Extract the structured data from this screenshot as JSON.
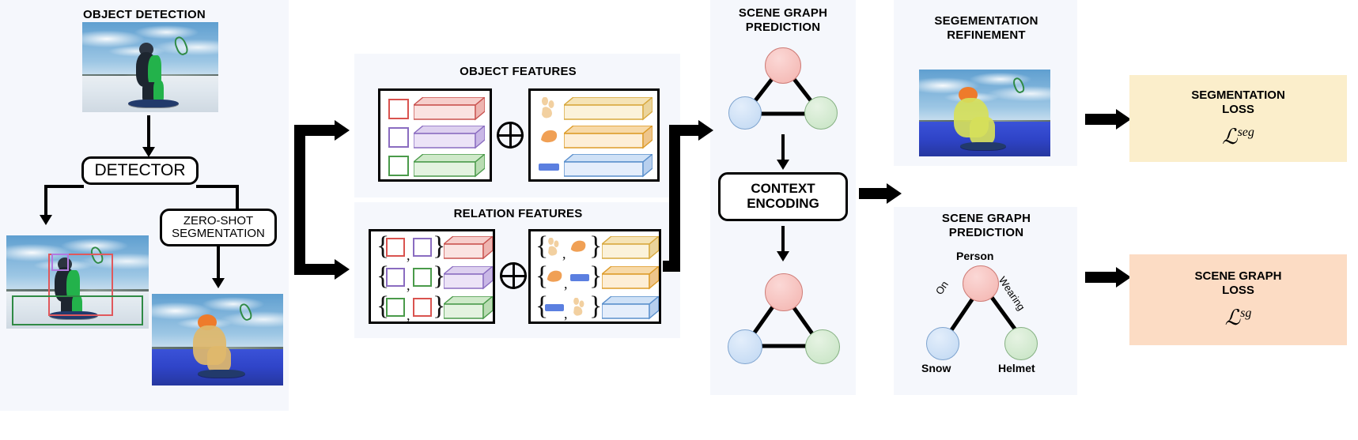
{
  "diagram": {
    "columns": {
      "object_detection": {
        "title": "OBJECT DETECTION",
        "detector_label": "DETECTOR",
        "zeroshot_label": "ZERO-SHOT\nSEGMENTATION"
      },
      "features": {
        "object_features_title": "OBJECT FEATURES",
        "relation_features_title": "RELATION FEATURES",
        "oplus_symbol": "circled-plus"
      },
      "scene_graph": {
        "title": "SCENE GRAPH\nPREDICTION",
        "context_encoding_label": "CONTEXT\nENCODING"
      },
      "outputs": {
        "segmentation_refinement_title": "SEGEMENTATION\nREFINEMENT",
        "scene_graph_prediction_title": "SCENE GRAPH\nPREDICTION"
      },
      "losses": {
        "segmentation_loss_title": "SEGMENTATION\nLOSS",
        "segmentation_loss_symbol": "seg",
        "scene_graph_loss_title": "SCENE GRAPH\nLOSS",
        "scene_graph_loss_symbol": "sg",
        "loss_letter": "ℒ"
      }
    },
    "final_graph": {
      "nodes": [
        {
          "label": "Person",
          "color": "#f3b3ae"
        },
        {
          "label": "Snow",
          "color": "#bfd7f2"
        },
        {
          "label": "Helmet",
          "color": "#c5e3c2"
        }
      ],
      "edges": [
        {
          "label": "On",
          "from": "Person",
          "to": "Snow"
        },
        {
          "label": "Wearing",
          "from": "Person",
          "to": "Helmet"
        }
      ]
    },
    "object_feature_rows": [
      {
        "box_color": "#d9534f",
        "cube_color": "#f3b3ae"
      },
      {
        "box_color": "#8a6cc0",
        "cube_color": "#d9c9ee"
      },
      {
        "box_color": "#4a9a4a",
        "cube_color": "#c9e6c2"
      }
    ],
    "visual_feature_rows": [
      {
        "icon": "paw-icon",
        "cube_color": "#f7e6b0"
      },
      {
        "icon": "mask-icon",
        "cube_color": "#f9d9a8"
      },
      {
        "icon": "bar-icon",
        "cube_color": "#cfe2f7"
      }
    ],
    "relation_feature_rows": [
      {
        "pair": [
          "#d9534f",
          "#8a6cc0"
        ],
        "cube_color": "#f3b3ae"
      },
      {
        "pair": [
          "#8a6cc0",
          "#4a9a4a"
        ],
        "cube_color": "#d9c9ee"
      },
      {
        "pair": [
          "#4a9a4a",
          "#d9534f"
        ],
        "cube_color": "#c9e6c2"
      }
    ],
    "relation_visual_rows": [
      {
        "pair": [
          "paw-icon",
          "mask-icon"
        ],
        "cube_color": "#f7e6b0"
      },
      {
        "pair": [
          "mask-icon",
          "bar-icon"
        ],
        "cube_color": "#f9d9a8"
      },
      {
        "pair": [
          "bar-icon",
          "paw-icon"
        ],
        "cube_color": "#cfe2f7"
      }
    ],
    "colors": {
      "column_bg": "#f5f7fc",
      "segmentation_loss_bg": "#fbeecb",
      "scene_graph_loss_bg": "#fcdcc4",
      "accent_black": "#000000"
    }
  }
}
